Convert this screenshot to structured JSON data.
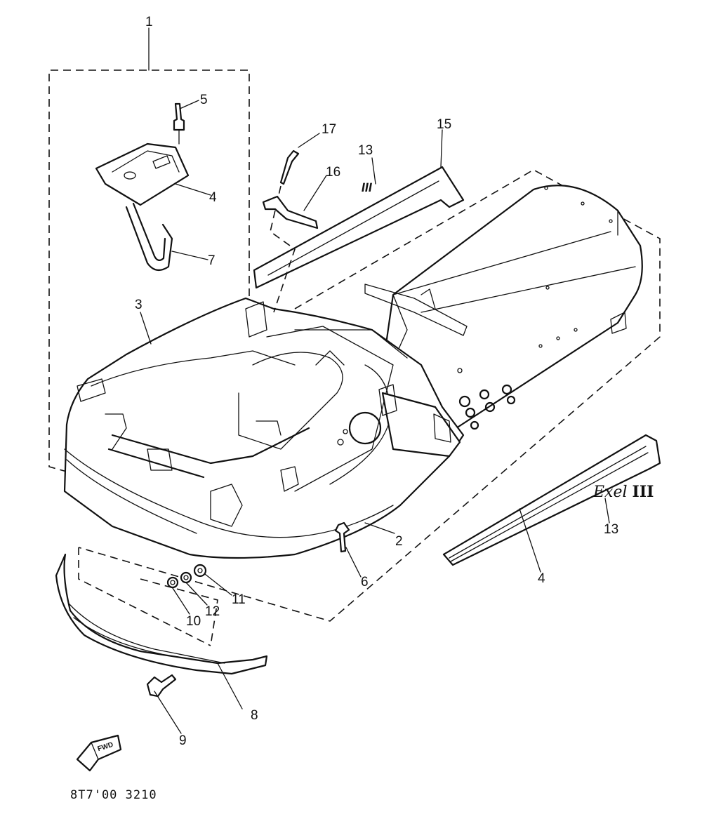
{
  "callouts": {
    "c1": "1",
    "c2": "2",
    "c3": "3",
    "c4a": "4",
    "c4b": "4",
    "c5": "5",
    "c6": "6",
    "c7": "7",
    "c8": "8",
    "c9": "9",
    "c10": "10",
    "c11": "11",
    "c12": "12",
    "c13a": "13",
    "c13b": "13",
    "c15": "15",
    "c16": "16",
    "c17": "17"
  },
  "decals": {
    "roman": "III",
    "script": "Exel"
  },
  "fwd_label": "FWD",
  "diagram_code": "8T7'00 3210"
}
